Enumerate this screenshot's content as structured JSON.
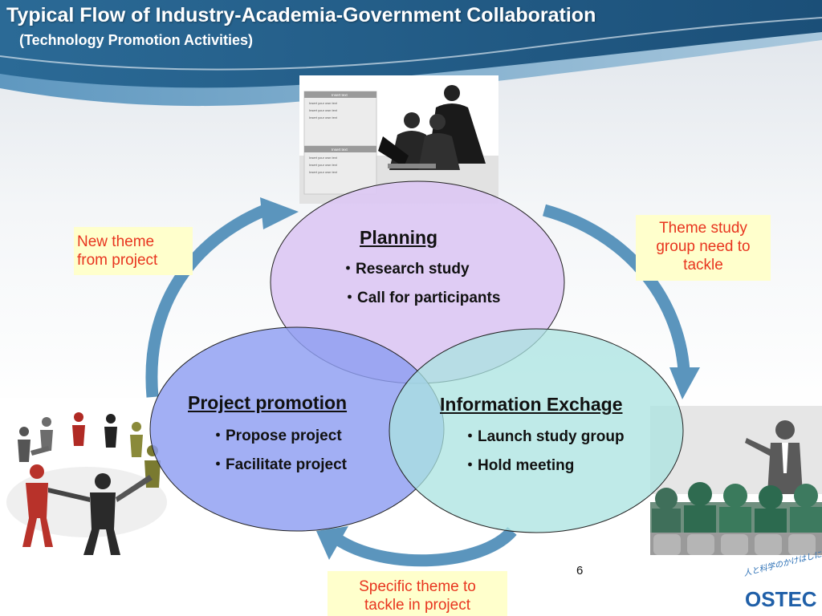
{
  "header": {
    "title": "Typical Flow of Industry-Academia-Government Collaboration",
    "subtitle": "(Technology Promotion Activities)"
  },
  "circles": {
    "planning": {
      "heading": "Planning",
      "bullets": [
        "・Research study",
        "・Call for participants"
      ],
      "color": "#dcc8f3"
    },
    "promotion": {
      "heading": "Project promotion",
      "bullets": [
        "・Propose project",
        "・Facilitate project"
      ],
      "color": "#8e9ef1"
    },
    "exchange": {
      "heading": "Information Exchage",
      "bullets": [
        "・Launch study group",
        "・Hold meeting"
      ],
      "color": "#a9e3e0"
    }
  },
  "notes": {
    "left": [
      "New theme",
      "from project"
    ],
    "right": [
      "Theme study",
      "group need to",
      "tackle"
    ],
    "bottom": [
      "Specific theme to",
      "tackle in project"
    ]
  },
  "slide_doc": {
    "header": "Insert text",
    "item": "Insert your own text"
  },
  "page_number": "6",
  "logo": {
    "tagline": "人と科学のかけはしに",
    "wordmark": "OSTEC"
  },
  "colors": {
    "banner": "#1d5a86",
    "arrow": "#5b95bd",
    "note_bg": "#ffffcc",
    "note_text": "#e8351f"
  },
  "icons": [
    "planning-meeting-photo",
    "people-circle-photo",
    "presenter-audience-photo"
  ]
}
